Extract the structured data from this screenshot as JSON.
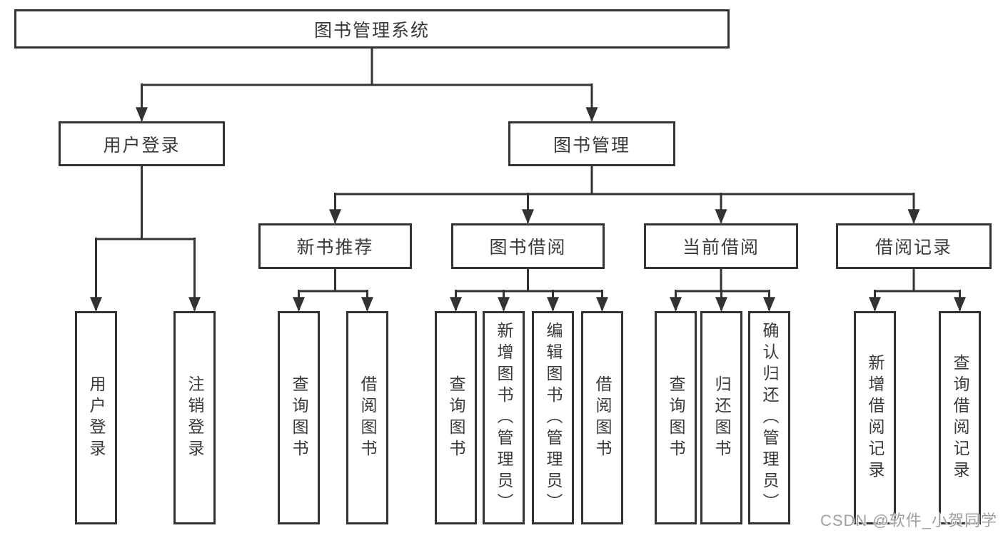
{
  "tree": {
    "label": "图书管理系统",
    "children": [
      {
        "label": "用户登录",
        "children": [
          {
            "label": "用户登录"
          },
          {
            "label": "注销登录"
          }
        ]
      },
      {
        "label": "图书管理",
        "children": [
          {
            "label": "新书推荐",
            "children": [
              {
                "label": "查询图书"
              },
              {
                "label": "借阅图书"
              }
            ]
          },
          {
            "label": "图书借阅",
            "children": [
              {
                "label": "查询图书"
              },
              {
                "label": "新增图书（管理员）"
              },
              {
                "label": "编辑图书（管理员）"
              },
              {
                "label": "借阅图书"
              }
            ]
          },
          {
            "label": "当前借阅",
            "children": [
              {
                "label": "查询图书"
              },
              {
                "label": "归还图书"
              },
              {
                "label": "确认归还（管理员）"
              }
            ]
          },
          {
            "label": "借阅记录",
            "children": [
              {
                "label": "新增借阅记录"
              },
              {
                "label": "查询借阅记录"
              }
            ]
          }
        ]
      }
    ]
  },
  "watermark": "CSDN @软件_小贺同学",
  "colors": {
    "line": "#333333",
    "box_border": "#333333",
    "box_background": "#ffffff",
    "text": "#3a3a3a",
    "watermark": "#a0a0a0",
    "page_background": "#ffffff"
  }
}
